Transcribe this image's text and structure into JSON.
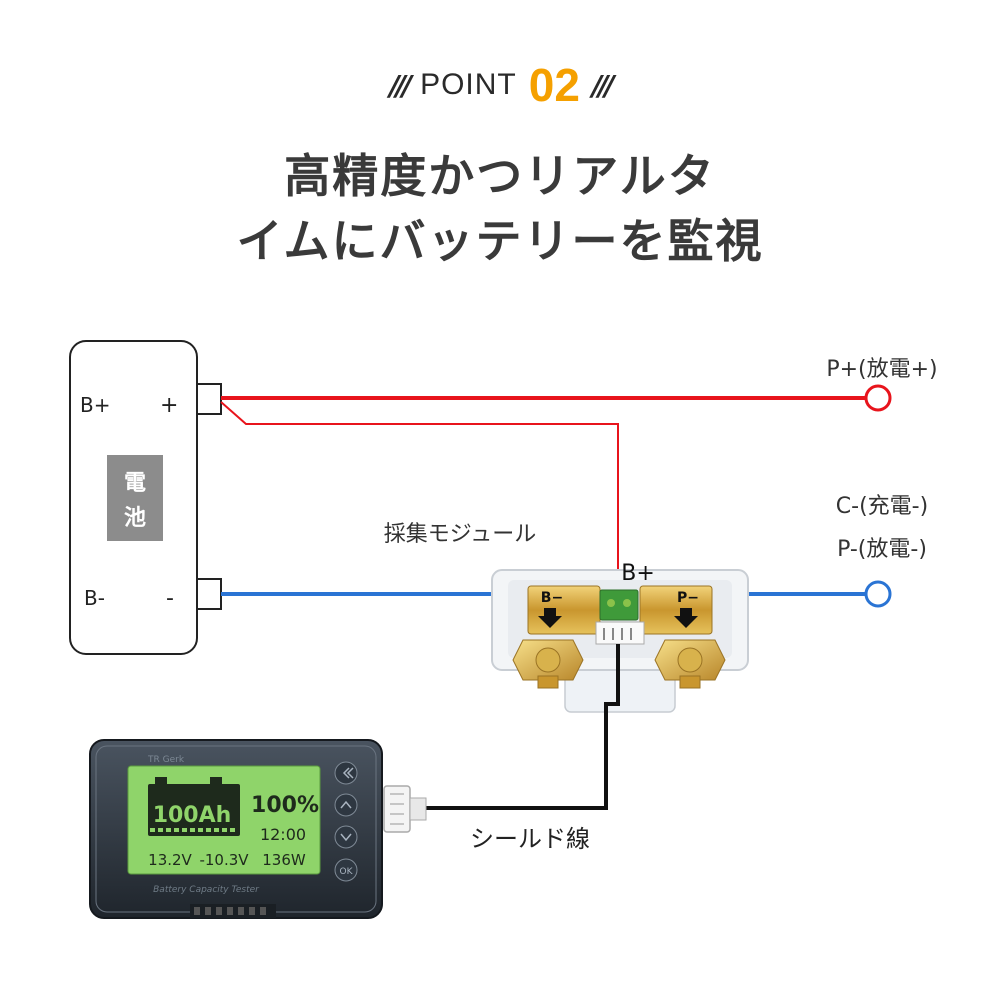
{
  "header": {
    "point_word": "POINT",
    "point_number": "02",
    "slashes": "///",
    "title_line1": "高精度かつリアルタ",
    "title_line2": "イムにバッテリーを監視"
  },
  "battery": {
    "b_plus": "B+",
    "plus": "+",
    "b_minus": "B-",
    "minus": "-",
    "label_line1": "電",
    "label_line2": "池"
  },
  "module": {
    "caption": "採集モジュール",
    "b_plus_tag": "B+",
    "b_minus_plate": "B−",
    "p_minus_plate": "P−"
  },
  "terminals": {
    "p_plus": "P+(放電+)",
    "c_minus": "C-(充電-)",
    "p_minus": "P-(放電-)"
  },
  "cable_label": "シールド線",
  "monitor": {
    "brand": "TR Gerk",
    "capacity": "100Ah",
    "percent": "100%",
    "time": "12:00",
    "voltage": "13.2V",
    "current": "-10.3V",
    "power": "136W",
    "model": "Battery Capacity Tester",
    "ok_label": "OK"
  },
  "colors": {
    "positive_wire": "#e8141c",
    "negative_wire": "#2a74d4",
    "accent": "#f5a000",
    "lcd": "#8fd46a"
  }
}
